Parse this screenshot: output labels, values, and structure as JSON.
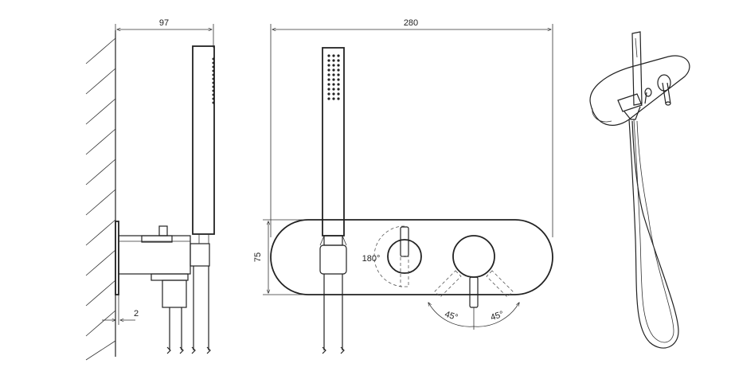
{
  "dimensions": {
    "depth": "97",
    "width": "280",
    "height": "75",
    "gap": "2",
    "rotation": "180°",
    "angle_left": "45°",
    "angle_right": "45°"
  }
}
